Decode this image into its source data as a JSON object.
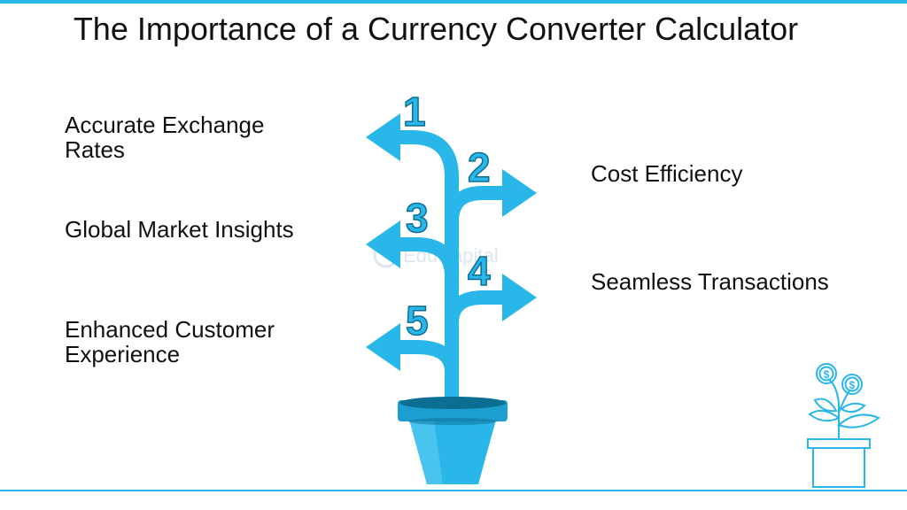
{
  "title": "The Importance of a Currency Converter Calculator",
  "colors": {
    "accent": "#29b6e8",
    "accent_dark": "#0d6e94",
    "text": "#111111"
  },
  "items": [
    {
      "number": "1",
      "label": "Accurate Exchange Rates",
      "side": "left"
    },
    {
      "number": "2",
      "label": "Cost Efficiency",
      "side": "right"
    },
    {
      "number": "3",
      "label": "Global Market Insights",
      "side": "left"
    },
    {
      "number": "4",
      "label": "Seamless Transactions",
      "side": "right"
    },
    {
      "number": "5",
      "label": "Enhanced Customer Experience",
      "side": "left"
    }
  ],
  "watermark": "EduCapital",
  "decor": {
    "pot_icon": "plant-pot-icon",
    "corner_icon": "money-plant-icon",
    "coin_symbol": "$"
  }
}
